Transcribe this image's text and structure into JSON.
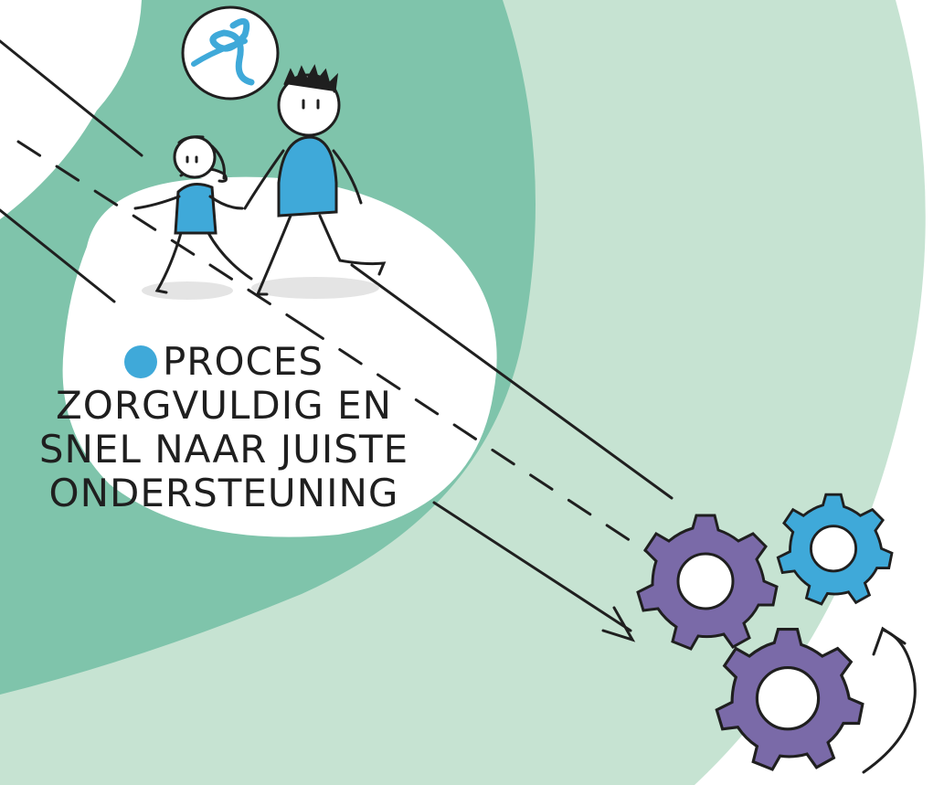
{
  "caption": {
    "lines": [
      "PROCES",
      "ZORGVULDIG  EN",
      "SNEL NAAR  JUISTE",
      "ONDERSTEUNING"
    ]
  },
  "icons": {
    "logo": "ribbon-logo-icon",
    "gears": [
      "purple-gear-icon",
      "blue-gear-icon",
      "purple-gear-icon"
    ],
    "cycle": "curved-arrow-icon"
  },
  "colors": {
    "dark_green": "#7fc4ab",
    "light_green": "#c6e3d2",
    "accent_blue": "#3fa9d9",
    "gear_purple": "#7a6aa8",
    "ink": "#1f1f1f"
  }
}
